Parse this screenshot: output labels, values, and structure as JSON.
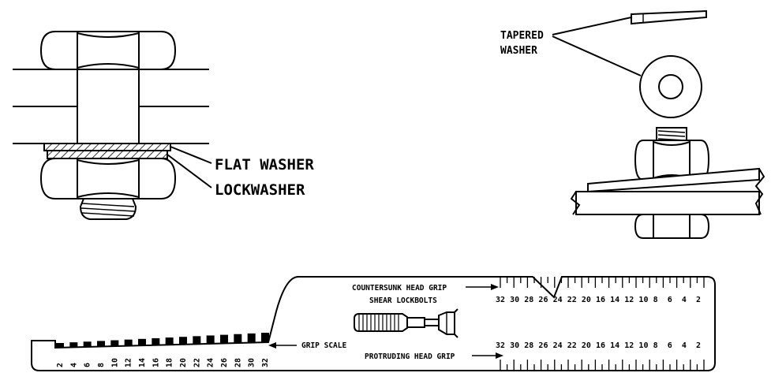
{
  "labels": {
    "flat_washer": "FLAT WASHER",
    "lockwasher": "LOCKWASHER",
    "tapered_washer_line1": "TAPERED",
    "tapered_washer_line2": "WASHER",
    "countersunk_head_grip": "COUNTERSUNK HEAD GRIP",
    "shear_lockbolts": "SHEAR LOCKBOLTS",
    "grip_scale": "GRIP SCALE",
    "protruding_head_grip": "PROTRUDING HEAD GRIP"
  },
  "scales": {
    "countersunk_numbers": [
      "32",
      "30",
      "28",
      "26",
      "24",
      "22",
      "20",
      "16",
      "14",
      "12",
      "10",
      "8",
      "6",
      "4",
      "2"
    ],
    "protruding_numbers": [
      "32",
      "30",
      "28",
      "26",
      "24",
      "22",
      "20",
      "16",
      "14",
      "12",
      "10",
      "8",
      "6",
      "4",
      "2"
    ],
    "grip_scale_numbers": [
      "2",
      "4",
      "6",
      "8",
      "10",
      "12",
      "14",
      "16",
      "18",
      "20",
      "22",
      "24",
      "26",
      "28",
      "30",
      "32"
    ]
  }
}
